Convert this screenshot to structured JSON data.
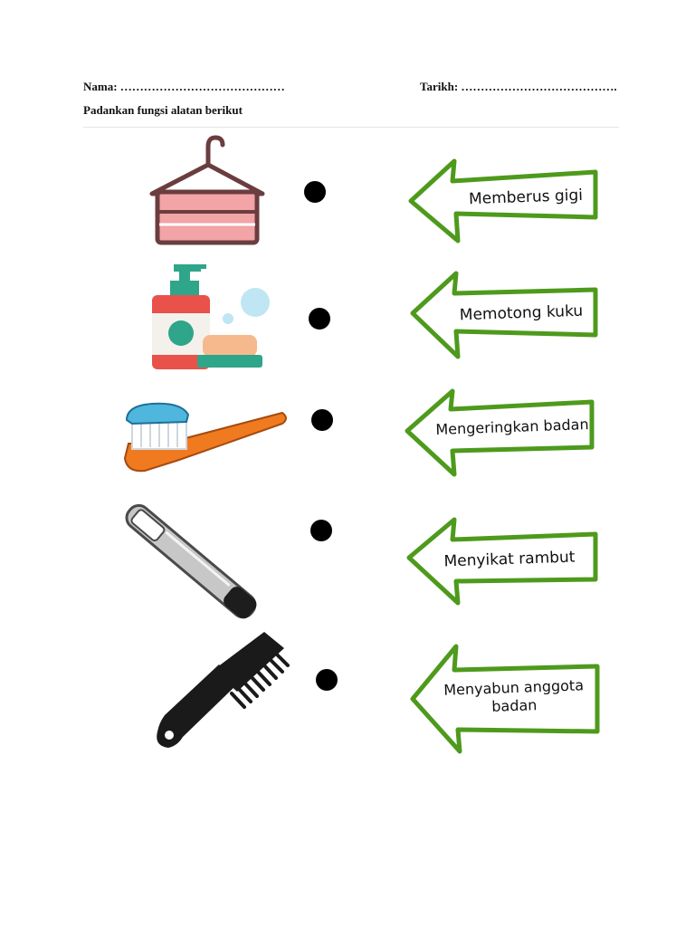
{
  "header": {
    "name_label": "Nama: ……………………………………",
    "date_label": "Tarikh: ………………………………….",
    "instruction": "Padankan fungsi alatan berikut"
  },
  "items": [
    {
      "icon": "towel-hanger-icon",
      "function_label": "Memberus gigi"
    },
    {
      "icon": "soap-bottle-icon",
      "function_label": "Memotong kuku"
    },
    {
      "icon": "toothbrush-icon",
      "function_label": "Mengeringkan badan"
    },
    {
      "icon": "nail-clipper-icon",
      "function_label": "Menyikat rambut"
    },
    {
      "icon": "comb-icon",
      "function_label": "Menyabun anggota badan"
    }
  ],
  "colors": {
    "arrow_green": "#4e9a1c",
    "towel_pink": "#f2a4a6",
    "hanger_brown": "#6b3d3f",
    "bottle_red": "#e8524a",
    "bottle_teal": "#2fa58a",
    "soap_peach": "#f6b98e",
    "toothbrush_orange": "#f07a1f",
    "paste_blue": "#4fb6de"
  }
}
